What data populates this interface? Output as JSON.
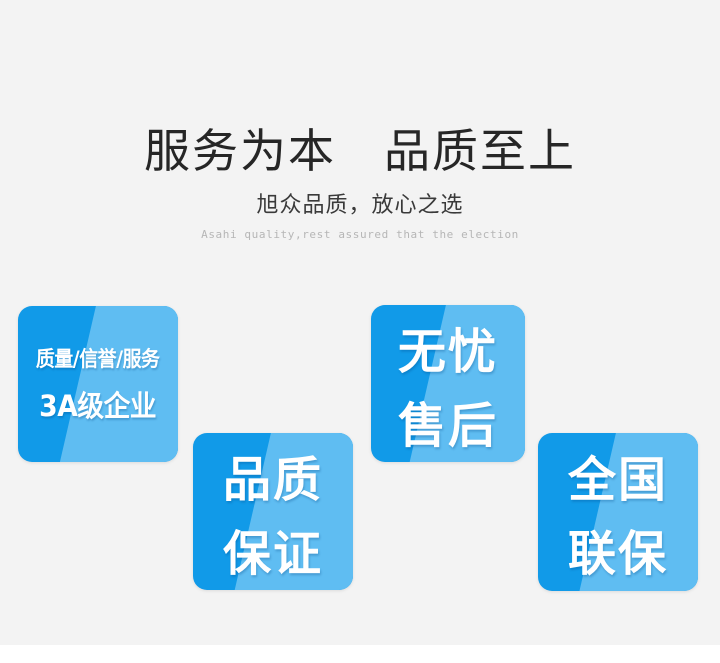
{
  "background": {
    "page_color": "#f3f3f3",
    "strip_color": "#ffffff"
  },
  "header": {
    "headline": "服务为本　品质至上",
    "subhead_cn": "旭众品质，放心之选",
    "subhead_en": "Asahi quality,rest assured that the election",
    "headline_color": "#262626",
    "subhead_color": "#3a3a3a",
    "subhead_en_color": "#b6b6b6"
  },
  "theme": {
    "badge_blue_dark": "#119ae8",
    "badge_blue_light": "#5fbdf2",
    "badge_text_color": "#ffffff"
  },
  "badges": [
    {
      "id": "badge-3a",
      "line_small": "质量/信誉/服务",
      "line_large": "3A级企业"
    },
    {
      "id": "badge-quality-guarantee",
      "line_top": "品质",
      "line_bottom": "保证"
    },
    {
      "id": "badge-worry-free-service",
      "line_top": "无忧",
      "line_bottom": "售后"
    },
    {
      "id": "badge-nationwide-warranty",
      "line_top": "全国",
      "line_bottom": "联保"
    }
  ]
}
